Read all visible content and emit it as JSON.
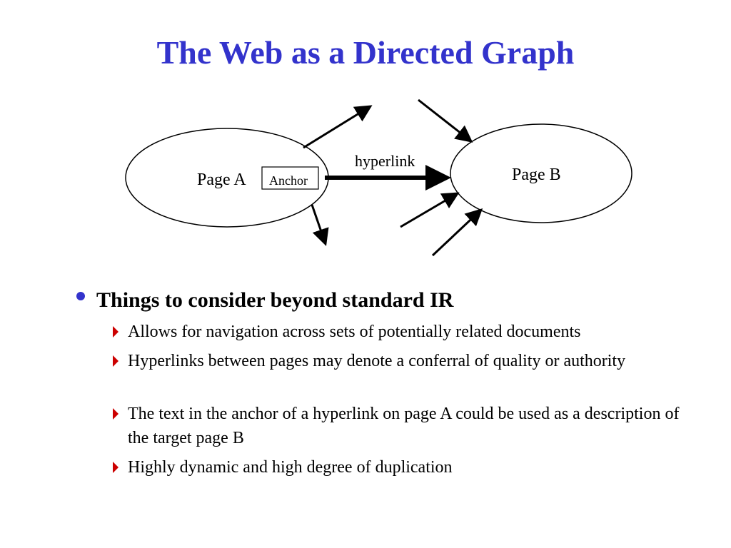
{
  "slide": {
    "title": "The Web as a Directed Graph"
  },
  "diagram": {
    "page_a_label": "Page A",
    "anchor_label": "Anchor",
    "hyperlink_label": "hyperlink",
    "page_b_label": "Page B"
  },
  "bullets": {
    "main": "Things to consider beyond standard IR",
    "items": [
      "Allows for navigation across sets of potentially related documents",
      "Hyperlinks between pages may denote a conferral of quality or authority",
      "The text in the anchor of a hyperlink on page A could be used as a description of the target page B",
      "Highly dynamic and high degree of duplication"
    ]
  },
  "colors": {
    "title": "#3333cc",
    "main_bullet": "#3333cc",
    "sub_bullet": "#cc0000",
    "text": "#000000"
  }
}
